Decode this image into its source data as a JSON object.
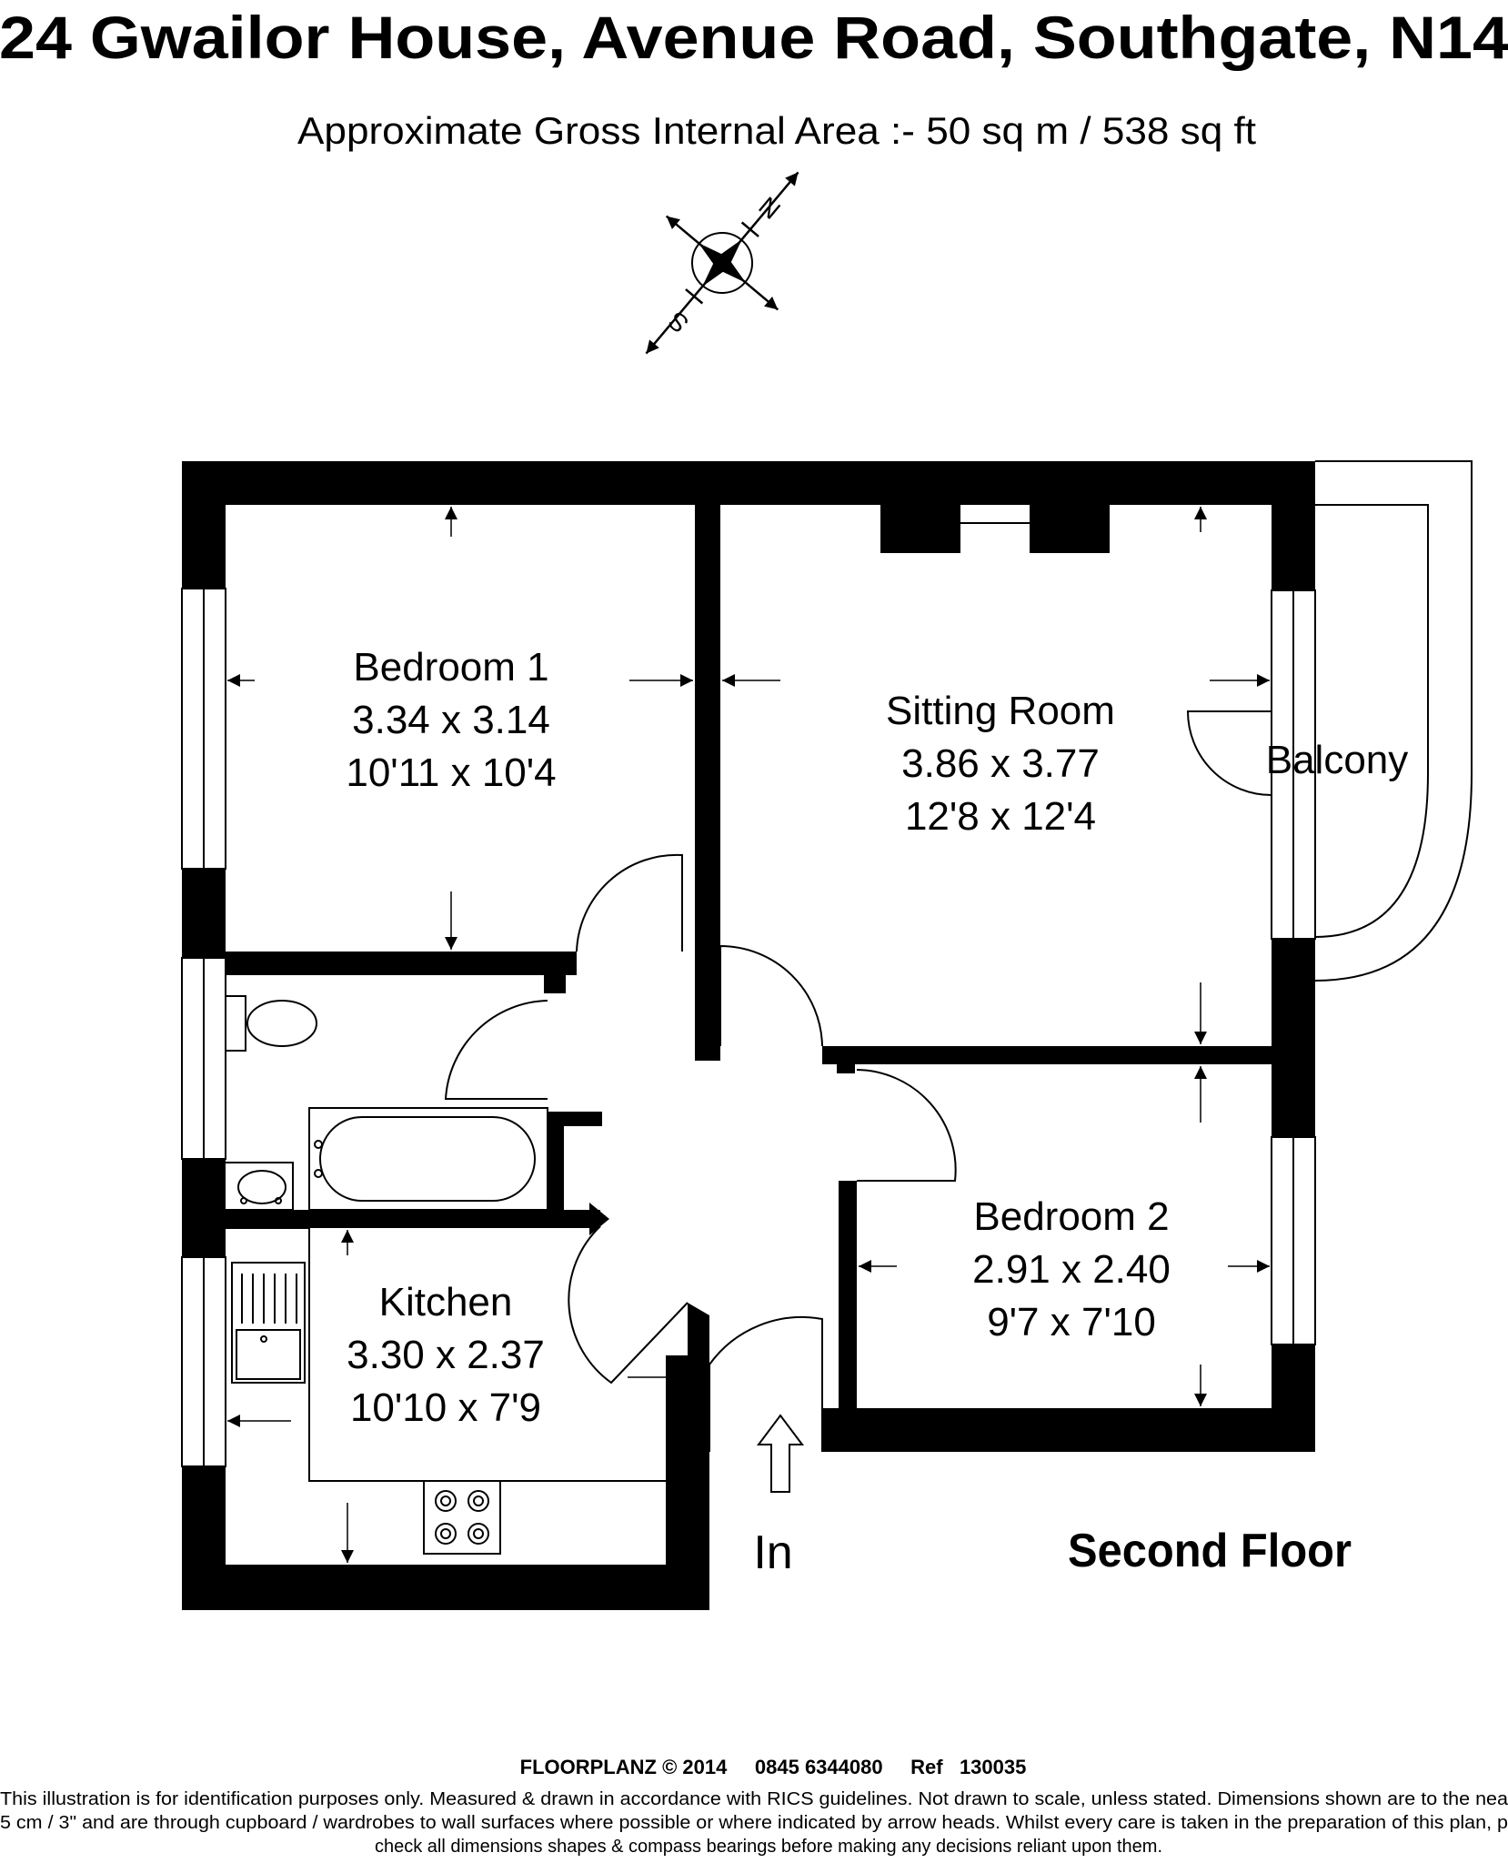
{
  "title": "24 Gwailor House, Avenue Road, Southgate, N14",
  "subtitle": "Approximate Gross Internal Area :- 50 sq m / 538 sq ft",
  "compass": {
    "north_label": "N",
    "south_label": "S"
  },
  "rooms": {
    "bedroom1": {
      "name": "Bedroom 1",
      "metric": "3.34 x 3.14",
      "imperial": "10'11 x 10'4"
    },
    "sitting_room": {
      "name": "Sitting Room",
      "metric": "3.86 x 3.77",
      "imperial": "12'8 x 12'4"
    },
    "balcony": {
      "name": "Balcony"
    },
    "bedroom2": {
      "name": "Bedroom 2",
      "metric": "2.91 x 2.40",
      "imperial": "9'7 x 7'10"
    },
    "kitchen": {
      "name": "Kitchen",
      "metric": "3.30 x 2.37",
      "imperial": "10'10 x 7'9"
    }
  },
  "entrance_label": "In",
  "floor_label": "Second Floor",
  "footer": {
    "credit": "FLOORPLANZ © 2014     0845 6344080     Ref   130035",
    "disclaimer_1": "This illustration is for identification purposes only. Measured & drawn in accordance with RICS guidelines. Not drawn to scale, unless stated. Dimensions shown are to the nea",
    "disclaimer_2": "5 cm / 3\" and are through cupboard / wardrobes to wall surfaces where possible or where indicated by arrow heads. Whilst every care is taken in the preparation of this plan, p",
    "disclaimer_3": "check all dimensions shapes & compass bearings before making any decisions reliant upon them."
  },
  "colors": {
    "wall": "#000000",
    "fixture": "#000000",
    "background": "#ffffff"
  }
}
